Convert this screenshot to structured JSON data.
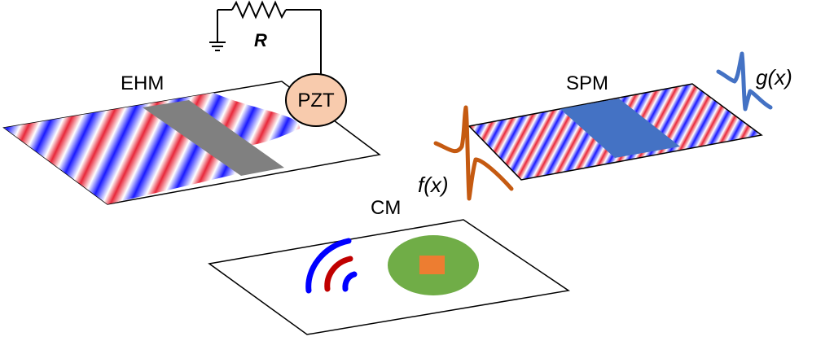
{
  "labels": {
    "ehm": "EHM",
    "spm": "SPM",
    "cm": "CM",
    "pzt": "PZT",
    "resistor": "R",
    "f": "f(x)",
    "g": "g(x)"
  },
  "colors": {
    "wave_red": "#e8283a",
    "wave_blue": "#1a1aff",
    "dark_band": "#808080",
    "spm_band": "#4472c4",
    "pzt_fill": "#f8cbad",
    "f_curve": "#c55a11",
    "g_curve": "#4472c4",
    "cm_disk": "#70ad47",
    "cm_square": "#ed7d31",
    "arc_blue": "#0000ff",
    "arc_red": "#c00000"
  },
  "icons": {
    "wifi": "wireless-signal-icon",
    "ground": "ground-icon",
    "resistor": "resistor-icon"
  }
}
